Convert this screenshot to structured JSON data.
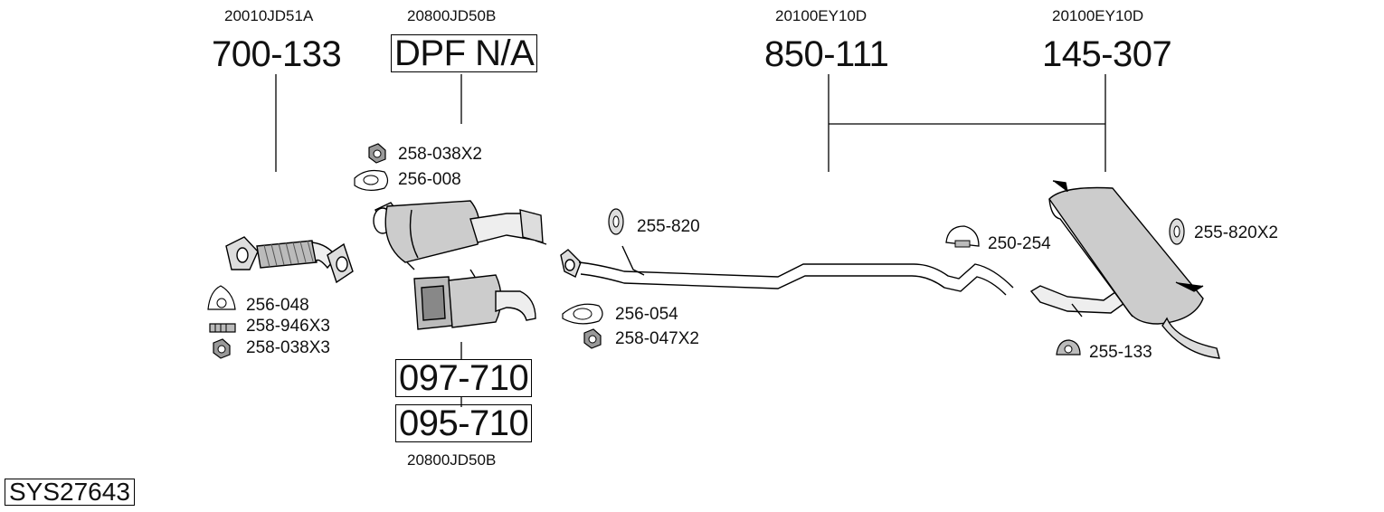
{
  "system_id": "SYS27643",
  "oem_numbers": {
    "front_pipe": "20010JD51A",
    "dpf_top": "20800JD50B",
    "middle": "20100EY10D",
    "rear": "20100EY10D",
    "dpf_bottom": "20800JD50B"
  },
  "part_numbers": {
    "front_pipe": "700-133",
    "dpf": "DPF N/A",
    "middle": "850-111",
    "rear": "145-307",
    "cat1": "097-710",
    "cat2": "095-710"
  },
  "accessories": {
    "nut_dpf": "258-038X2",
    "gasket_dpf": "256-008",
    "gasket_front": "256-048",
    "bolt_front": "258-946X3",
    "nut_front": "258-038X3",
    "rubber_mid": "255-820",
    "gasket_mid": "256-054",
    "nut_mid": "258-047X2",
    "clamp": "250-254",
    "rubber_rear": "255-820X2",
    "mount_rear": "255-133"
  }
}
